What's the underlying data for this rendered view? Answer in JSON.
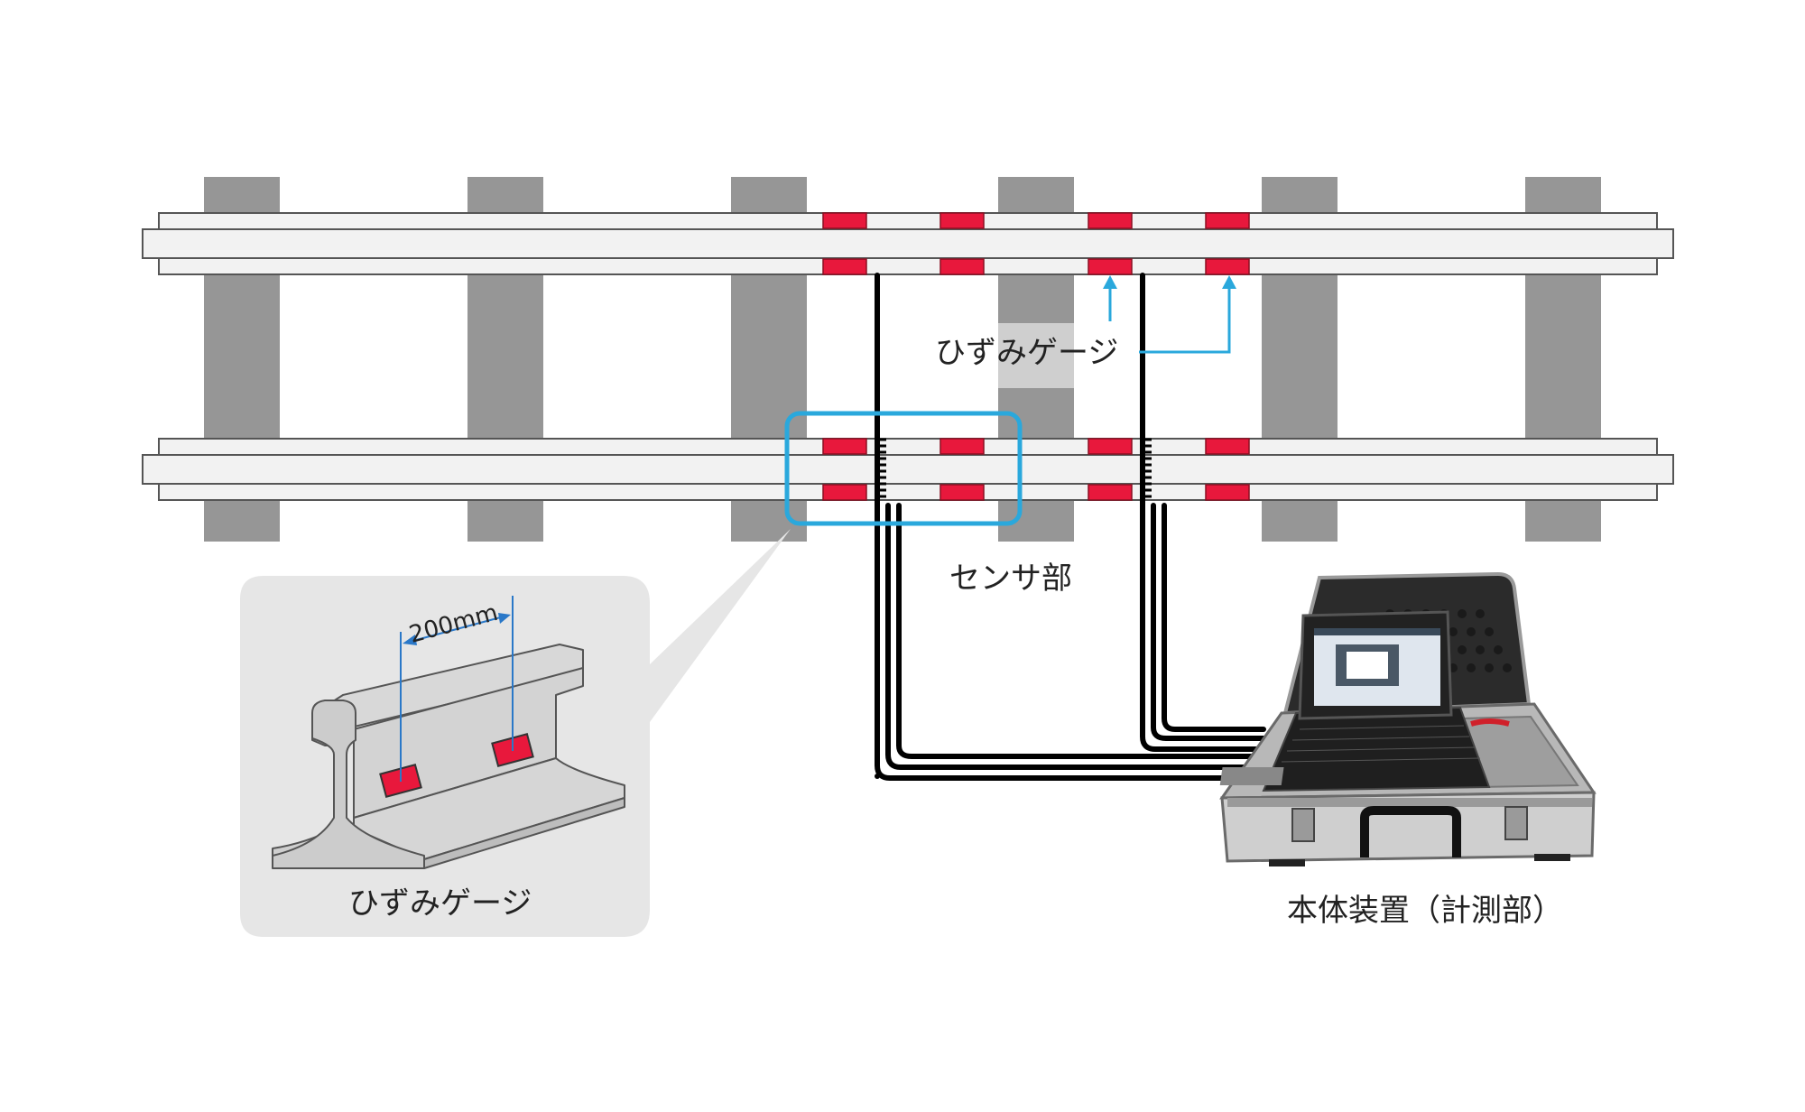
{
  "labels": {
    "strain_gauge_top": "ひずみゲージ",
    "sensor_section": "センサ部",
    "strain_gauge_detail": "ひずみゲージ",
    "gauge_spacing": "200mm",
    "main_unit": "本体装置（計測部）"
  },
  "colors": {
    "sleeper": "#969696",
    "rail_fill": "#f2f2f2",
    "rail_stroke": "#555555",
    "gauge_red": "#e8183c",
    "callout_blue": "#2aa8dc",
    "cable": "#000000",
    "detail_panel": "#e6e6e6",
    "rail_3d": "#d3d3d3"
  },
  "icons": {
    "strain_gauge": "red-rectangle",
    "measurement_unit": "rugged-laptop-in-aluminium-case"
  }
}
